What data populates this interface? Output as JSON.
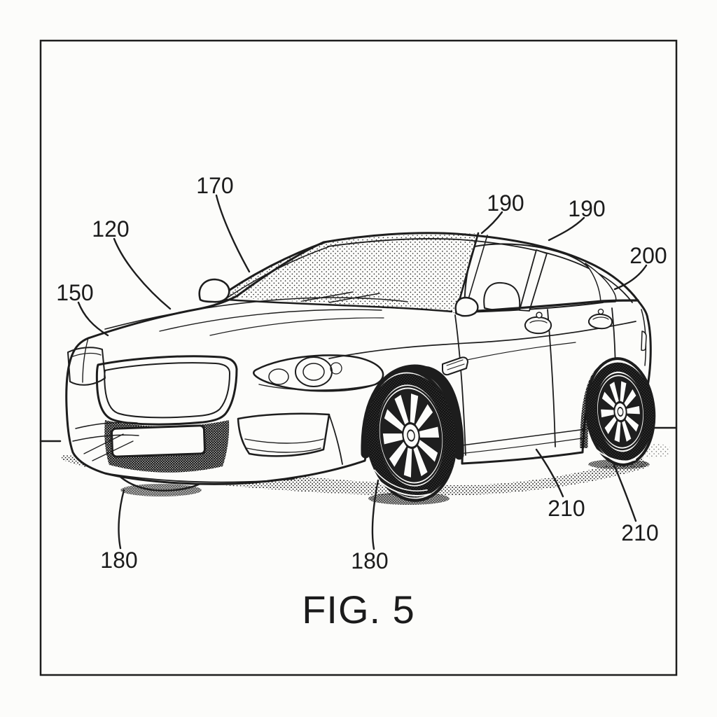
{
  "figure": {
    "caption": "FIG. 5",
    "labels": [
      "150",
      "120",
      "170",
      "190",
      "190",
      "200",
      "210",
      "210",
      "180",
      "180"
    ],
    "colors": {
      "ink": "#1d1d1d",
      "paper": "#fcfcfa"
    }
  }
}
